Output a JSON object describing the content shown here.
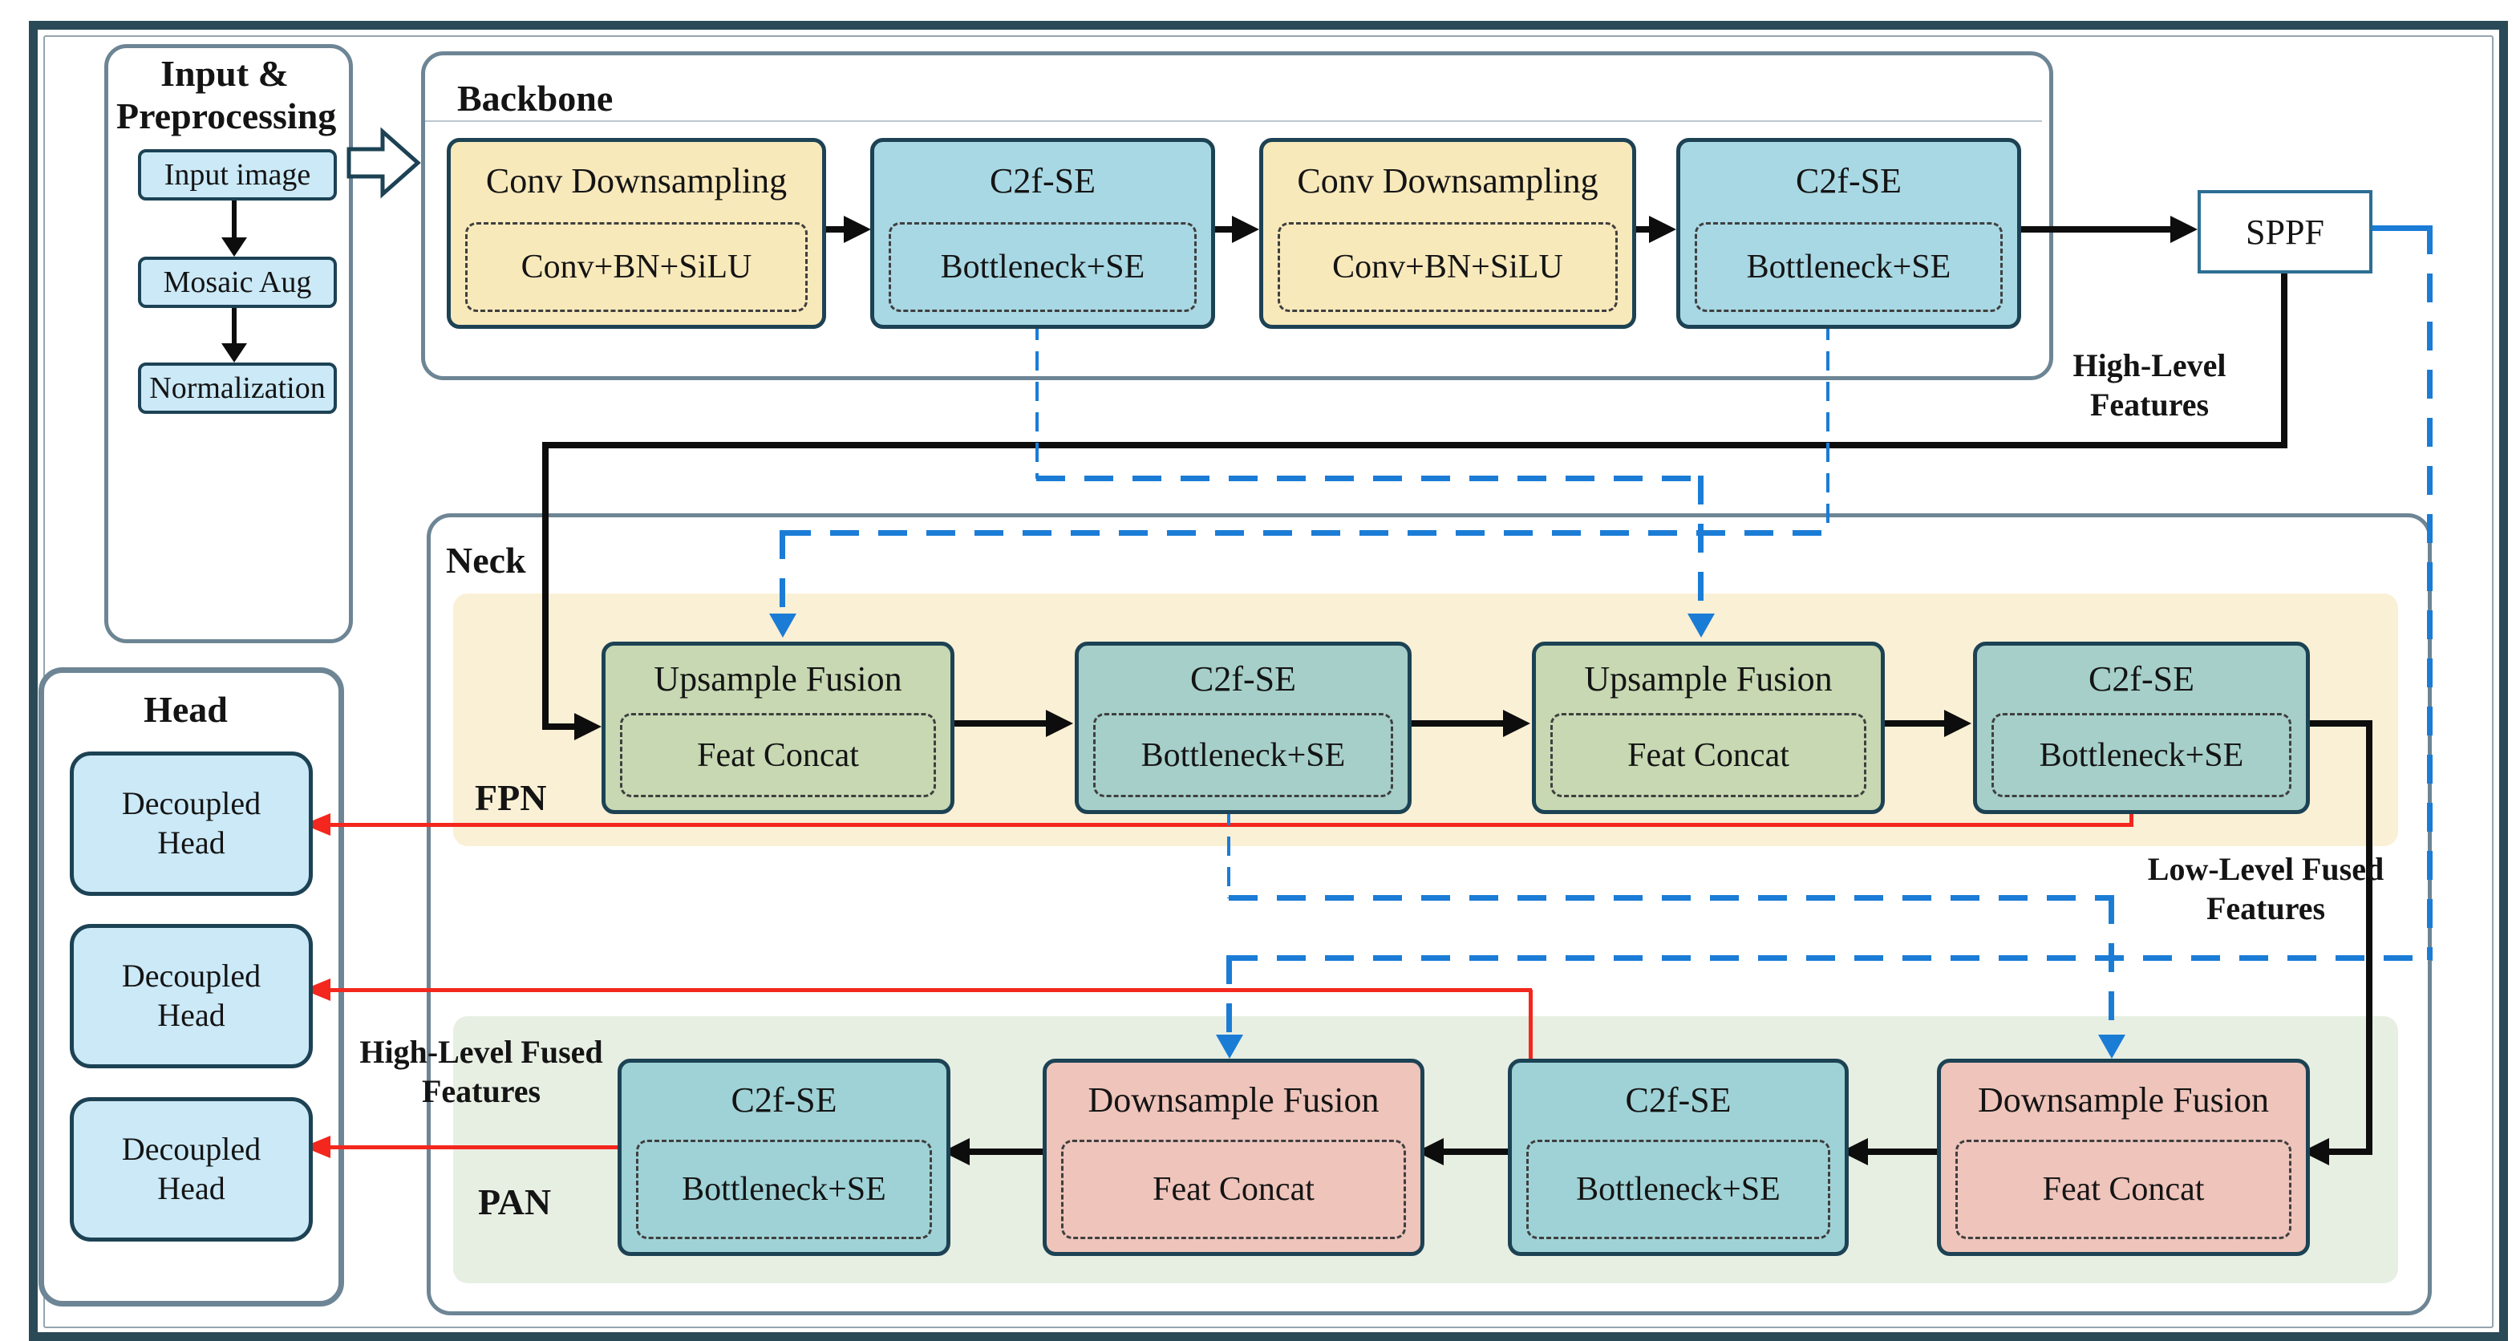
{
  "diagram": {
    "input": {
      "title": "Input & Preprocessing",
      "steps": [
        "Input image",
        "Mosaic Aug",
        "Normalization"
      ]
    },
    "backbone": {
      "title": "Backbone",
      "modules": [
        {
          "name": "Conv Downsampling",
          "sub": "Conv+BN+SiLU"
        },
        {
          "name": "C2f-SE",
          "sub": "Bottleneck+SE"
        },
        {
          "name": "Conv Downsampling",
          "sub": "Conv+BN+SiLU"
        },
        {
          "name": "C2f-SE",
          "sub": "Bottleneck+SE"
        }
      ],
      "sppf": "SPPF"
    },
    "neck": {
      "title": "Neck",
      "fpn": {
        "label": "FPN",
        "modules": [
          {
            "name": "Upsample Fusion",
            "sub": "Feat Concat"
          },
          {
            "name": "C2f-SE",
            "sub": "Bottleneck+SE"
          },
          {
            "name": "Upsample Fusion",
            "sub": "Feat Concat"
          },
          {
            "name": "C2f-SE",
            "sub": "Bottleneck+SE"
          }
        ]
      },
      "pan": {
        "label": "PAN",
        "modules": [
          {
            "name": "C2f-SE",
            "sub": "Bottleneck+SE"
          },
          {
            "name": "Downsample Fusion",
            "sub": "Feat Concat"
          },
          {
            "name": "C2f-SE",
            "sub": "Bottleneck+SE"
          },
          {
            "name": "Downsample Fusion",
            "sub": "Feat Concat"
          }
        ]
      }
    },
    "head": {
      "title": "Head",
      "heads": [
        "Decoupled Head",
        "Decoupled Head",
        "Decoupled Head"
      ]
    },
    "annotations": {
      "high_level": "High-Level Features",
      "low_level": "Low-Level Fused Features",
      "high_level_fused": "High-Level Fused Features"
    },
    "colors": {
      "conv_box": "#f8e9bb",
      "c2f_backbone": "#a8d8e4",
      "c2f_fpn": "#a6cfc9",
      "c2f_pan": "#9fd2d6",
      "upsample_box": "#c7d8b2",
      "downsample_box": "#eec4bb",
      "fpn_band": "#faf0d5",
      "pan_band": "#e7efe3",
      "node_blue": "#cbe9f7",
      "line_blue": "#1b7cd6",
      "line_red": "#f3271d",
      "line_black": "#0d0d0d",
      "module_border": "#1c4254",
      "section_border": "#6d8594",
      "sppf_border": "#2d6e93",
      "frame": "#2b4a58"
    }
  }
}
